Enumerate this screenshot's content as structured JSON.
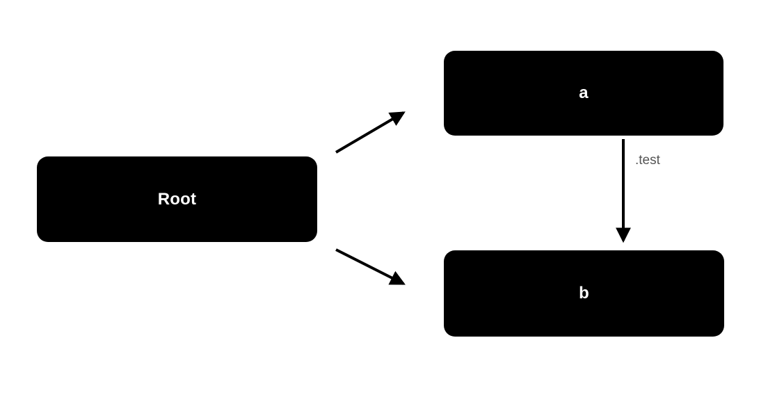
{
  "diagram": {
    "nodes": [
      {
        "id": "root",
        "label": "Root"
      },
      {
        "id": "a",
        "label": "a"
      },
      {
        "id": "b",
        "label": "b"
      }
    ],
    "edges": [
      {
        "from": "Root",
        "to": "a",
        "label": ""
      },
      {
        "from": "Root",
        "to": "b",
        "label": ""
      },
      {
        "from": "a",
        "to": "b",
        "label": ".test"
      }
    ],
    "colors": {
      "background": "#ffffff",
      "node_fill": "#000000",
      "node_text": "#ffffff",
      "edge_stroke": "#000000",
      "edge_label_text": "#555555"
    }
  }
}
